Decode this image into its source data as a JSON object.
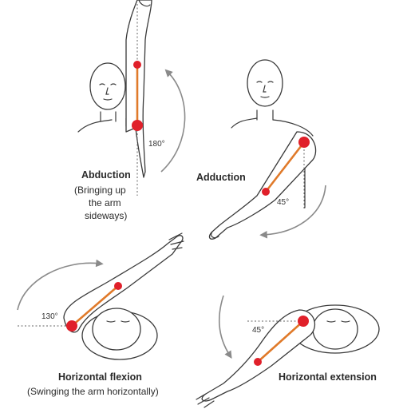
{
  "panels": {
    "abduction": {
      "title": "Abduction",
      "sub_lines": [
        "(Bringing up",
        "the arm",
        "sideways)"
      ],
      "angle": "180°"
    },
    "adduction": {
      "title": "Adduction",
      "angle": "45°"
    },
    "horizontal_flexion": {
      "title": "Horizontal flexion",
      "sub": "(Swinging the arm horizontally)",
      "angle": "130°"
    },
    "horizontal_extension": {
      "title": "Horizontal extension",
      "angle": "45°"
    }
  },
  "colors": {
    "joint": "#e0202a",
    "bone": "#e07a2a",
    "arrow": "#8a8a8a",
    "outline": "#3a3a3a"
  }
}
